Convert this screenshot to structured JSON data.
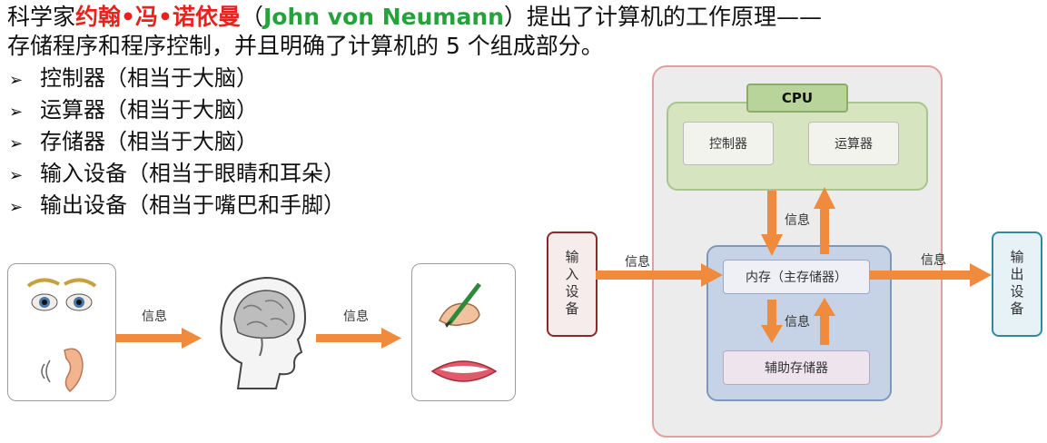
{
  "intro": {
    "line1_prefix": "科学家",
    "name_cn": "约翰•冯•诺依曼",
    "paren_open": "（",
    "name_en": "John von Neumann",
    "paren_close_suffix": "）提出了计算机的工作原理——",
    "line2": "存储程序和程序控制，并且明确了计算机的 5 个组成部分。"
  },
  "parts": [
    {
      "bullet": "➢",
      "text": "控制器（相当于大脑）"
    },
    {
      "bullet": "➢",
      "text": "运算器（相当于大脑）"
    },
    {
      "bullet": "➢",
      "text": "存储器（相当于大脑）"
    },
    {
      "bullet": "➢",
      "text": "输入设备（相当于眼睛和耳朵）"
    },
    {
      "bullet": "➢",
      "text": "输出设备（相当于嘴巴和手脚）"
    }
  ],
  "analogy": {
    "arrow1_label": "信息",
    "arrow2_label": "信息",
    "icons": [
      "eyes-icon",
      "ear-icon",
      "brain-head-icon",
      "hand-pen-icon",
      "mouth-icon"
    ]
  },
  "architecture": {
    "cpu_label": "CPU",
    "controller": "控制器",
    "alu": "运算器",
    "memory": "内存（主存储器）",
    "aux_storage": "辅助存储器",
    "input_device": "输入设备",
    "output_device": "输出设备",
    "info_labels": {
      "input": "信息",
      "cpu_memory": "信息",
      "memory_aux": "信息",
      "output": "信息"
    },
    "colors": {
      "cpu_fill": "#d6e4c0",
      "memory_fill": "#c6d3e6",
      "input_border": "#8b2a2a",
      "output_border": "#2f8aa0",
      "arrow": "#f08a3c",
      "outer_fill": "#ececec",
      "outer_border": "#e0a0a0"
    }
  }
}
